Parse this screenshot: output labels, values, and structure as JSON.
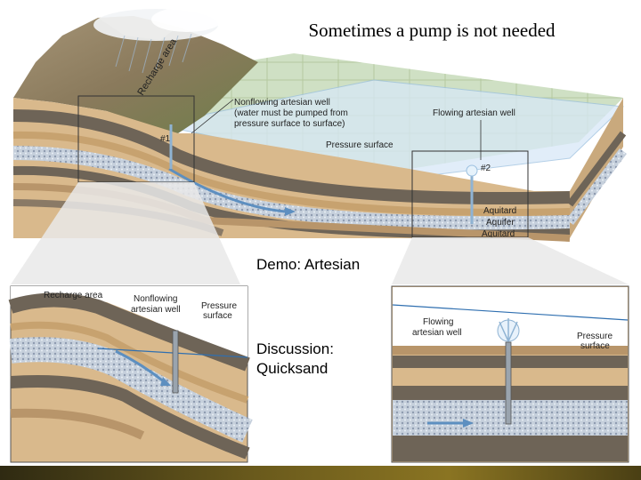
{
  "slide": {
    "title": "Sometimes a pump is not needed",
    "text_demo": "Demo: Artesian",
    "text_discussion_line1": "Discussion:",
    "text_discussion_line2": "Quicksand"
  },
  "diagram": {
    "main": {
      "recharge_area": "Recharge area",
      "nonflowing_line1": "Nonflowing artesian well",
      "nonflowing_line2": "(water must be pumped from",
      "nonflowing_line3": "pressure surface to surface)",
      "flowing": "Flowing artesian well",
      "pressure_surface": "Pressure surface",
      "marker1": "#1",
      "marker2": "#2",
      "aquitard_top": "Aquitard",
      "aquifer": "Aquifer",
      "aquitard_bottom": "Aquitard"
    },
    "left_inset": {
      "recharge_area": "Recharge area",
      "nonflowing_line1": "Nonflowing",
      "nonflowing_line2": "artesian well",
      "pressure_line1": "Pressure",
      "pressure_line2": "surface"
    },
    "right_inset": {
      "flowing_line1": "Flowing",
      "flowing_line2": "artesian well",
      "pressure_line1": "Pressure",
      "pressure_line2": "surface"
    }
  },
  "colors": {
    "aquifer": "#b9c6d6",
    "aquitard": "#6e6457",
    "tan_layer": "#d9b98c",
    "pressure_line": "#2f6fb0"
  }
}
